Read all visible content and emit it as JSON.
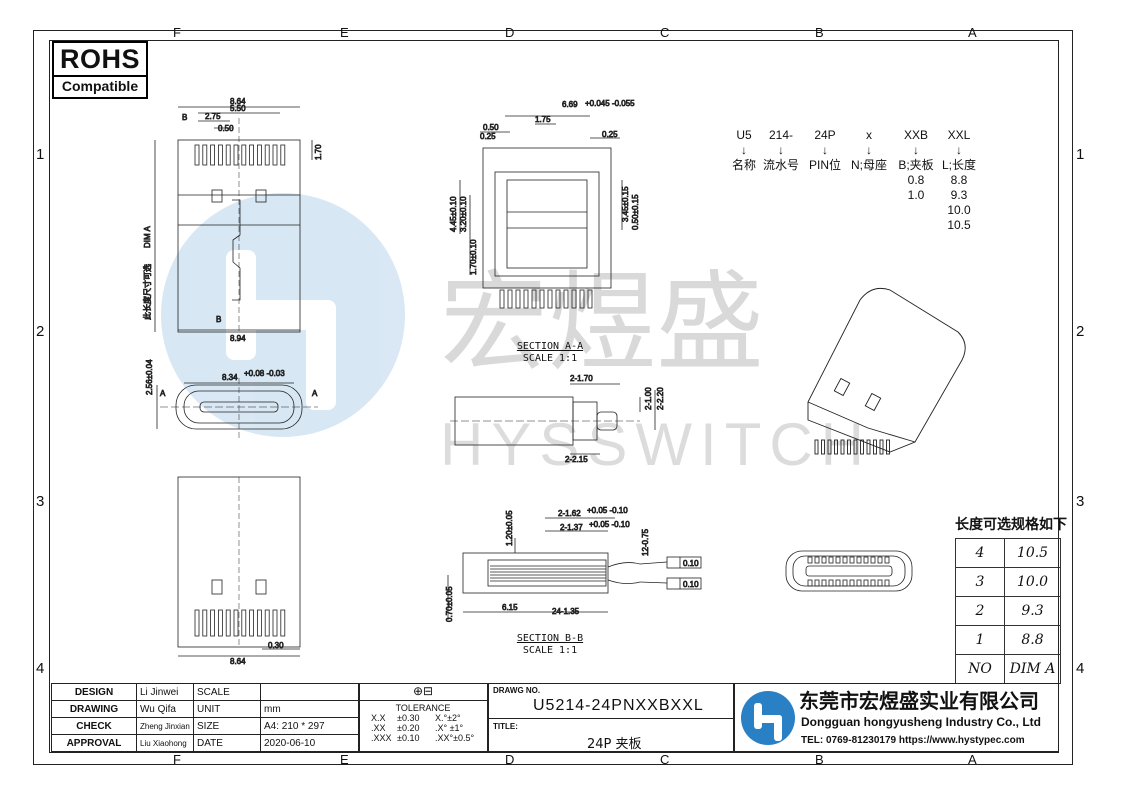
{
  "zones": {
    "top": [
      "F",
      "E",
      "D",
      "C",
      "B",
      "A"
    ],
    "side": [
      "1",
      "2",
      "3",
      "4"
    ]
  },
  "rohs": {
    "title": "ROHS",
    "subtitle": "Compatible"
  },
  "watermark": {
    "cn": "宏煜盛",
    "en": "HYSSWITCH"
  },
  "part_number": {
    "codes": [
      "U5",
      "214-",
      "24P",
      "x",
      "XXB",
      "XXL"
    ],
    "arrow": "↓",
    "labels": [
      "名称",
      "流水号",
      "PIN位",
      "N;母座",
      "B;夹板",
      "L;长度"
    ],
    "xxb_values": [
      "0.8",
      "1.0"
    ],
    "xxl_values": [
      "8.8",
      "9.3",
      "10.0",
      "10.5"
    ]
  },
  "dims": {
    "d864": "8.64",
    "d550": "5.50",
    "d275": "2.75",
    "d050": "0.50",
    "d170": "1.70",
    "B": "B",
    "dimA": "DIM A",
    "optional_len": "此长度尺寸可选",
    "d894": "8.94",
    "d834": "8.34",
    "d834tol": "+0.08 -0.03",
    "d256": "2.56±0.04",
    "A": "A",
    "d669": "6.69",
    "d669tol": "+0.045 -0.055",
    "d175": "1.75",
    "d050b": "0.50",
    "d025": "0.25",
    "d025b": "0.25",
    "d445": "4.45±0.10",
    "d320": "3.20±0.10",
    "d170b": "1.70±0.10",
    "d345": "3.45±0.15",
    "d050c": "0.50±0.15",
    "d2x170": "2-1.70",
    "d2x100": "2-1.00",
    "d2x220": "2-2.20",
    "d2x215": "2-2.15",
    "d2x162": "2-1.62",
    "d162tol": "+0.05 -0.10",
    "d2x137": "2-1.37",
    "d137tol": "+0.05 -0.10",
    "d120": "1.20±0.05",
    "d12x075": "12-0.75",
    "flat1": "0.10",
    "flat2": "0.10",
    "d070": "0.70±0.05",
    "d615": "6.15",
    "d24x135": "24-1.35",
    "d864b": "8.64",
    "d030": "0.30"
  },
  "sections": [
    {
      "title": "SECTION A-A",
      "scale": "SCALE 1:1"
    },
    {
      "title": "SECTION B-B",
      "scale": "SCALE 1:1"
    }
  ],
  "spec_table": {
    "title": "长度可选规格如下",
    "rows": [
      [
        "4",
        "10.5"
      ],
      [
        "3",
        "10.0"
      ],
      [
        "2",
        "9.3"
      ],
      [
        "1",
        "8.8"
      ],
      [
        "NO",
        "DIM A"
      ]
    ]
  },
  "title_block": {
    "rows": [
      {
        "label": "DESIGN",
        "name": "Li Jinwei",
        "field": "SCALE",
        "value": ""
      },
      {
        "label": "DRAWING",
        "name": "Wu Qifa",
        "field": "UNIT",
        "value": "mm"
      },
      {
        "label": "CHECK",
        "name": "Zheng Jinxian",
        "field": "SIZE",
        "value": "A4: 210 * 297"
      },
      {
        "label": "APPROVAL",
        "name": "Liu Xiaohong",
        "field": "DATE",
        "value": "2020-06-10"
      }
    ],
    "projection_symbol": "⊕⊟",
    "tolerance_title": "TOLERANCE",
    "tolerance": [
      [
        "X.X",
        "±0.30",
        "X.°±2°"
      ],
      [
        ".XX",
        "±0.20",
        ".X° ±1°"
      ],
      [
        ".XXX",
        "±0.10",
        ".XX°±0.5°"
      ]
    ],
    "dwg_label": "DRAWG NO.",
    "dwg_no": "U5214-24PNXXBXXL",
    "title_label": "TITLE:",
    "title_value": "24P 夹板",
    "company_cn": "东莞市宏煜盛实业有限公司",
    "company_en": "Dongguan hongyusheng Industry Co., Ltd",
    "company_contact": "TEL: 0769-81230179  https://www.hystypec.com"
  }
}
